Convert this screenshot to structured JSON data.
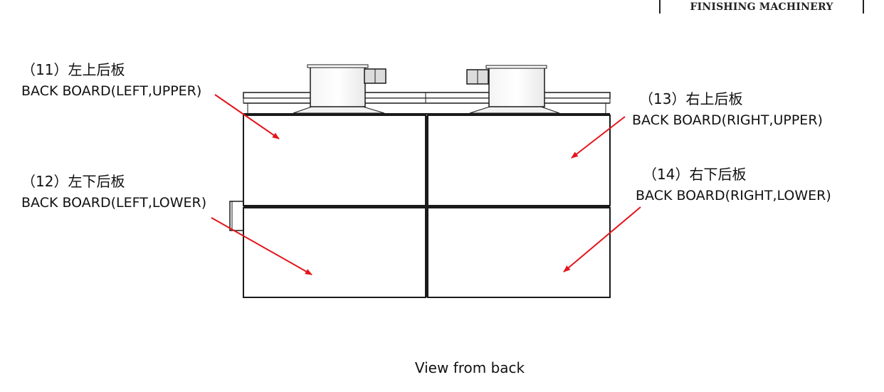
{
  "header": {
    "brand": "FINISHING MACHINERY"
  },
  "callouts": {
    "left_upper": {
      "code": "（11）左上后板",
      "label": "BACK BOARD(LEFT,UPPER)"
    },
    "left_lower": {
      "code": "（12）左下后板",
      "label": "BACK BOARD(LEFT,LOWER)"
    },
    "right_upper": {
      "code": "（13）右上后板",
      "label": "BACK BOARD(RIGHT,UPPER)"
    },
    "right_lower": {
      "code": "（14）右下后板",
      "label": "BACK BOARD(RIGHT,LOWER)"
    }
  },
  "caption": "View from back",
  "colors": {
    "arrow": "#e3141b",
    "line": "#1a1a1a"
  }
}
